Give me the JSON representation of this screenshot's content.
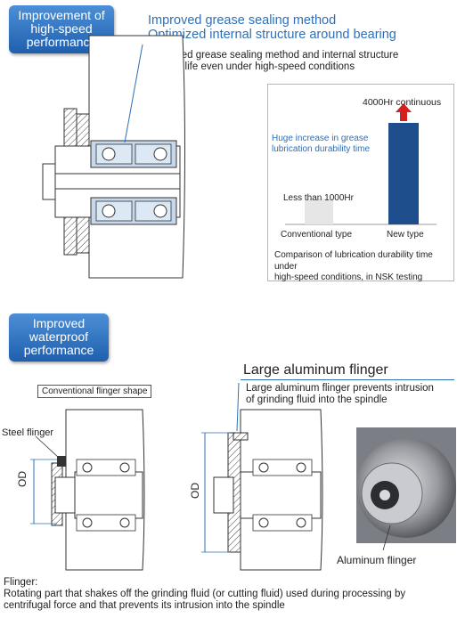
{
  "section1": {
    "badge_line1": "Improvement of",
    "badge_line2": "high-speed",
    "badge_line3": "performance",
    "title_line1": "Improved grease sealing method",
    "title_line2": "Optimized internal structure around bearing",
    "desc_line1": "Upgraded grease sealing method and internal structure",
    "desc_line2": "for long life even under high-speed conditions"
  },
  "chart_box": {
    "callout_new": "4000Hr continuous",
    "annotation_line1": "Huge increase in grease",
    "annotation_line2": "lubrication durability time",
    "callout_conv": "Less than 1000Hr",
    "caption_line1": "Comparison of lubrication durability time under",
    "caption_line2": "high-speed conditions, in NSK testing"
  },
  "chart_data": {
    "type": "bar",
    "categories": [
      "Conventional type",
      "New type"
    ],
    "values": [
      1000,
      4000
    ],
    "colors": [
      "#e6e6e6",
      "#1f4e8c"
    ],
    "title": "",
    "xlabel": "",
    "ylabel": "",
    "ylim": [
      0,
      4000
    ],
    "grid": false
  },
  "section2": {
    "badge_line1": "Improved",
    "badge_line2": "waterproof",
    "badge_line3": "performance",
    "title": "Large aluminum flinger",
    "desc_line1": "Large aluminum flinger prevents intrusion",
    "desc_line2": "of grinding fluid into the spindle",
    "conventional_label": "Conventional flinger shape",
    "steel_label": "Steel flinger",
    "od_label_left": "OD",
    "od_label_right": "OD",
    "aluminum_label": "Aluminum flinger"
  },
  "footer": {
    "heading": "Flinger:",
    "line1": "Rotating part that shakes off the grinding fluid (or cutting fluid) used during processing by",
    "line2": "centrifugal force and that prevents its intrusion into the spindle"
  },
  "colors": {
    "badge_blue": "#2b6cb8",
    "title_blue": "#2f6fb8",
    "bar_dark": "#1f4e8c",
    "arrow_red": "#d42020"
  }
}
